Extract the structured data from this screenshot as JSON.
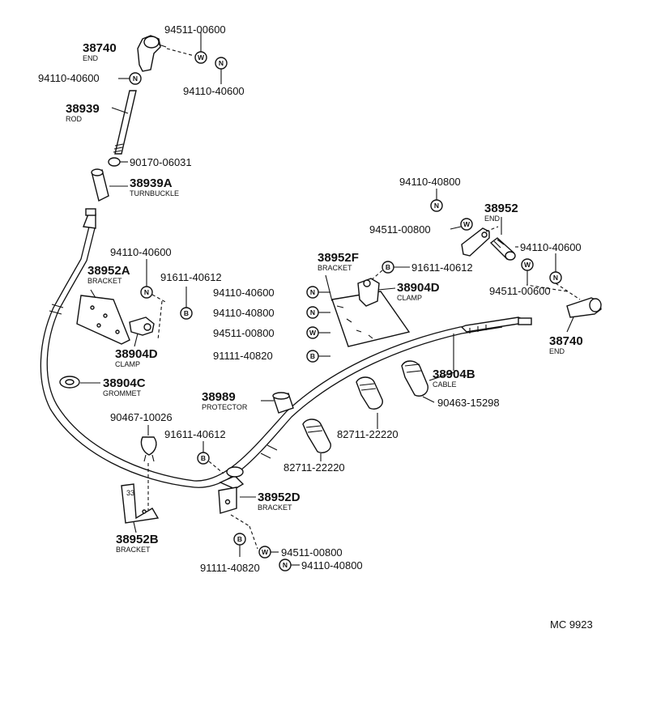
{
  "labels": {
    "end_top_num": "38740",
    "end_top_cap": "END",
    "washer_top_pn": "94511-00600",
    "nut_top_right_pn": "94110-40600",
    "nut_top_left_pn": "94110-40600",
    "rod_num": "38939",
    "rod_cap": "ROD",
    "rod_nut_pn": "90170-06031",
    "turnbuckle_num": "38939A",
    "turnbuckle_cap": "TURNBUCKLE",
    "bracket_a_nut_pn": "94110-40600",
    "bracket_a_num": "38952A",
    "bracket_a_cap": "BRACKET",
    "bracket_a_bolt_pn": "91611-40612",
    "clamp_left_num": "38904D",
    "clamp_left_cap": "CLAMP",
    "grommet_num": "38904C",
    "grommet_cap": "GROMMET",
    "clip_pn": "90467-10026",
    "bracket_b_bolt_pn": "91611-40612",
    "bracket_b_num": "38952B",
    "bracket_b_cap": "BRACKET",
    "protector_num": "38989",
    "protector_cap": "PROTECTOR",
    "bracket_f_num": "38952F",
    "bracket_f_cap": "BRACKET",
    "bracket_f_nut1_pn": "94110-40600",
    "bracket_f_nut2_pn": "94110-40800",
    "bracket_f_washer_pn": "94511-00800",
    "bracket_f_bolt_pn": "91111-40820",
    "clamp_right_bolt_pn": "91611-40612",
    "clamp_right_num": "38904D",
    "clamp_right_cap": "CLAMP",
    "right_nut_top_pn": "94110-40800",
    "right_washer_pn": "94511-00800",
    "end_right_bracket_num": "38952",
    "end_right_bracket_cap": "END",
    "right_nut_pn": "94110-40600",
    "right_washer2_pn": "94511-00600",
    "end_right_num": "38740",
    "end_right_cap": "END",
    "cable_num": "38904B",
    "cable_cap": "CABLE",
    "cable_clip_pn": "90463-15298",
    "clamp_a_pn": "82711-22220",
    "clamp_b_pn": "82711-22220",
    "bracket_d_num": "38952D",
    "bracket_d_cap": "BRACKET",
    "bracket_d_washer_pn": "94511-00800",
    "bracket_d_nut_pn": "94110-40800",
    "bracket_d_bolt_pn": "91111-40820",
    "diagram_id": "MC 9923"
  },
  "symbols": {
    "nut": "N",
    "washer": "W",
    "bolt": "B"
  }
}
